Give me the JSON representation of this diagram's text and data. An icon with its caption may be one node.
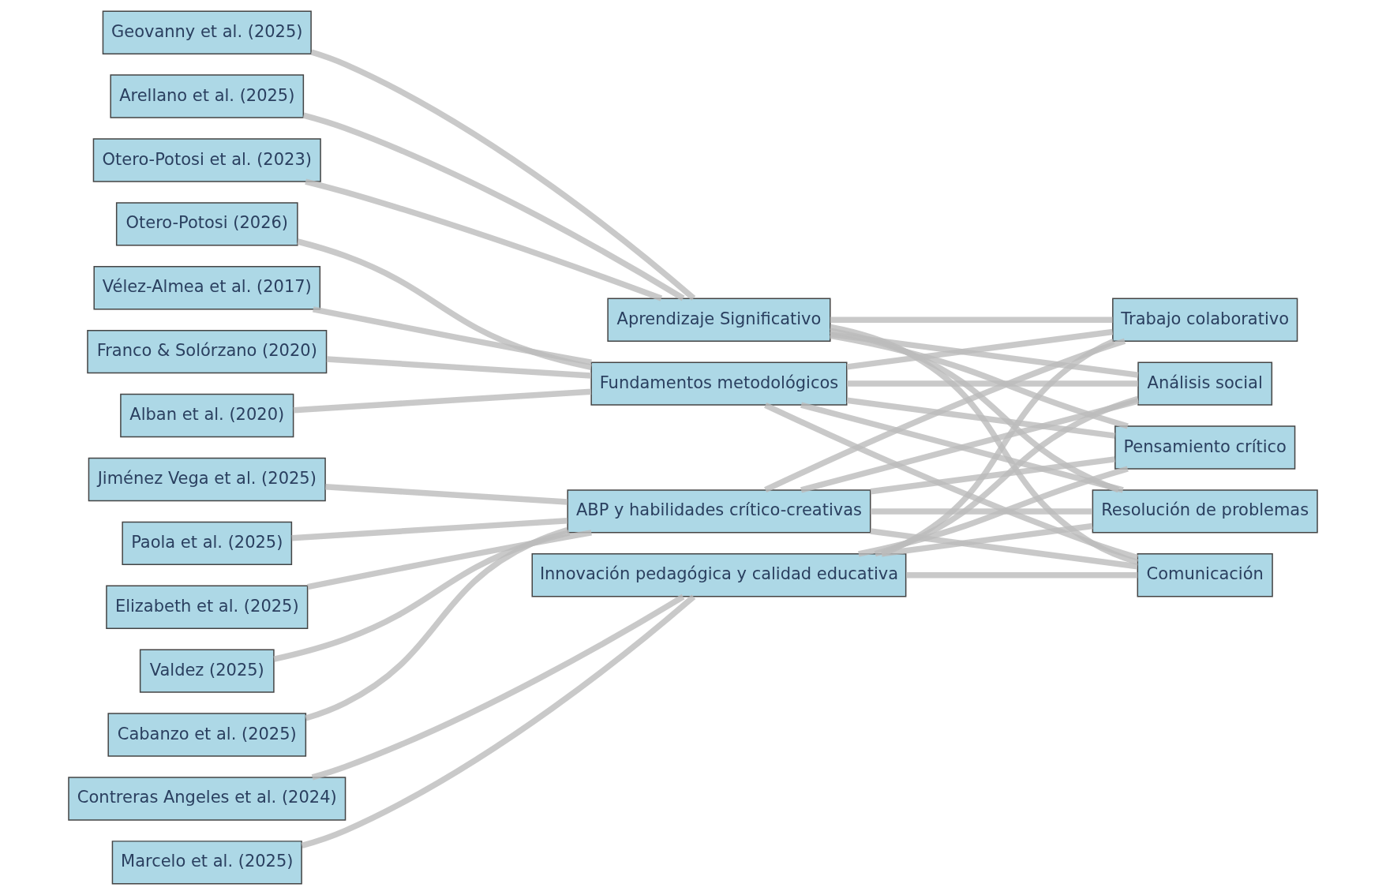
{
  "diagram": {
    "nodes": [
      {
        "text": [
          "Geovanny et al. (2025)"
        ]
      },
      {
        "text": [
          "Arellano et al. (2025)"
        ]
      },
      {
        "text": [
          "Otero-Potosi et al. (2023)"
        ]
      },
      {
        "text": [
          "Franco & Solórzano (2020)"
        ]
      },
      {
        "text": [
          "Alban et al. (2020)"
        ]
      },
      {
        "text": [
          "Otero-Potosi (2026)"
        ]
      },
      {
        "text": [
          "Vélez-Almea et al. (2017)"
        ]
      },
      {
        "text": [
          "Elizabeth et al. (2025)"
        ]
      },
      {
        "text": [
          "Valdez (2025)"
        ]
      },
      {
        "text": [
          "Cabanzo et al. (2025)"
        ]
      },
      {
        "text": [
          "Jiménez Vega et al. (2025)"
        ]
      },
      {
        "text": [
          "Paola et al. (2025)"
        ]
      },
      {
        "text": [
          "Contreras Angeles et al. (2024)"
        ]
      },
      {
        "text": [
          "Marcelo et al. (2025)"
        ]
      },
      {
        "text": [
          "Aprendizaje Significativo"
        ]
      },
      {
        "text": [
          "Fundamentos metodológicos"
        ]
      },
      {
        "text": [
          "ABP y habilidades crítico-creativas"
        ]
      },
      {
        "text": [
          "Innovación pedagógica y calidad educativa"
        ]
      },
      {
        "text": [
          "Análisis social"
        ]
      },
      {
        "text": [
          "Pensamiento crítico"
        ]
      },
      {
        "text": [
          "Resolución de problemas"
        ]
      },
      {
        "text": [
          "Comunicación"
        ]
      },
      {
        "text": [
          "Trabajo colaborativo"
        ]
      }
    ],
    "edges": [
      {
        "from": 0,
        "to": 14,
        "arrow": "none"
      },
      {
        "from": 1,
        "to": 14,
        "arrow": "none"
      },
      {
        "from": 2,
        "to": 14,
        "arrow": "none"
      },
      {
        "from": 3,
        "to": 15,
        "arrow": "none"
      },
      {
        "from": 4,
        "to": 15,
        "arrow": "none"
      },
      {
        "from": 5,
        "to": 15,
        "arrow": "none"
      },
      {
        "from": 6,
        "to": 15,
        "arrow": "none"
      },
      {
        "from": 7,
        "to": 16,
        "arrow": "none"
      },
      {
        "from": 8,
        "to": 16,
        "arrow": "none"
      },
      {
        "from": 9,
        "to": 16,
        "arrow": "none"
      },
      {
        "from": 10,
        "to": 16,
        "arrow": "none"
      },
      {
        "from": 11,
        "to": 16,
        "arrow": "none"
      },
      {
        "from": 12,
        "to": 17,
        "arrow": "none"
      },
      {
        "from": 13,
        "to": 17,
        "arrow": "none"
      },
      {
        "from": 14,
        "to": 18,
        "arrow": "none"
      },
      {
        "from": 14,
        "to": 19,
        "arrow": "none"
      },
      {
        "from": 14,
        "to": 20,
        "arrow": "none"
      },
      {
        "from": 14,
        "to": 21,
        "arrow": "none"
      },
      {
        "from": 14,
        "to": 22,
        "arrow": "none"
      },
      {
        "from": 15,
        "to": 18,
        "arrow": "none"
      },
      {
        "from": 15,
        "to": 19,
        "arrow": "none"
      },
      {
        "from": 15,
        "to": 20,
        "arrow": "none"
      },
      {
        "from": 15,
        "to": 21,
        "arrow": "none"
      },
      {
        "from": 15,
        "to": 22,
        "arrow": "none"
      },
      {
        "from": 16,
        "to": 18,
        "arrow": "none"
      },
      {
        "from": 16,
        "to": 19,
        "arrow": "none"
      },
      {
        "from": 16,
        "to": 20,
        "arrow": "none"
      },
      {
        "from": 16,
        "to": 21,
        "arrow": "none"
      },
      {
        "from": 16,
        "to": 22,
        "arrow": "none"
      },
      {
        "from": 17,
        "to": 18,
        "arrow": "none"
      },
      {
        "from": 17,
        "to": 19,
        "arrow": "none"
      },
      {
        "from": 17,
        "to": 20,
        "arrow": "none"
      },
      {
        "from": 17,
        "to": 21,
        "arrow": "none"
      },
      {
        "from": 17,
        "to": 22,
        "arrow": "none"
      }
    ]
  }
}
